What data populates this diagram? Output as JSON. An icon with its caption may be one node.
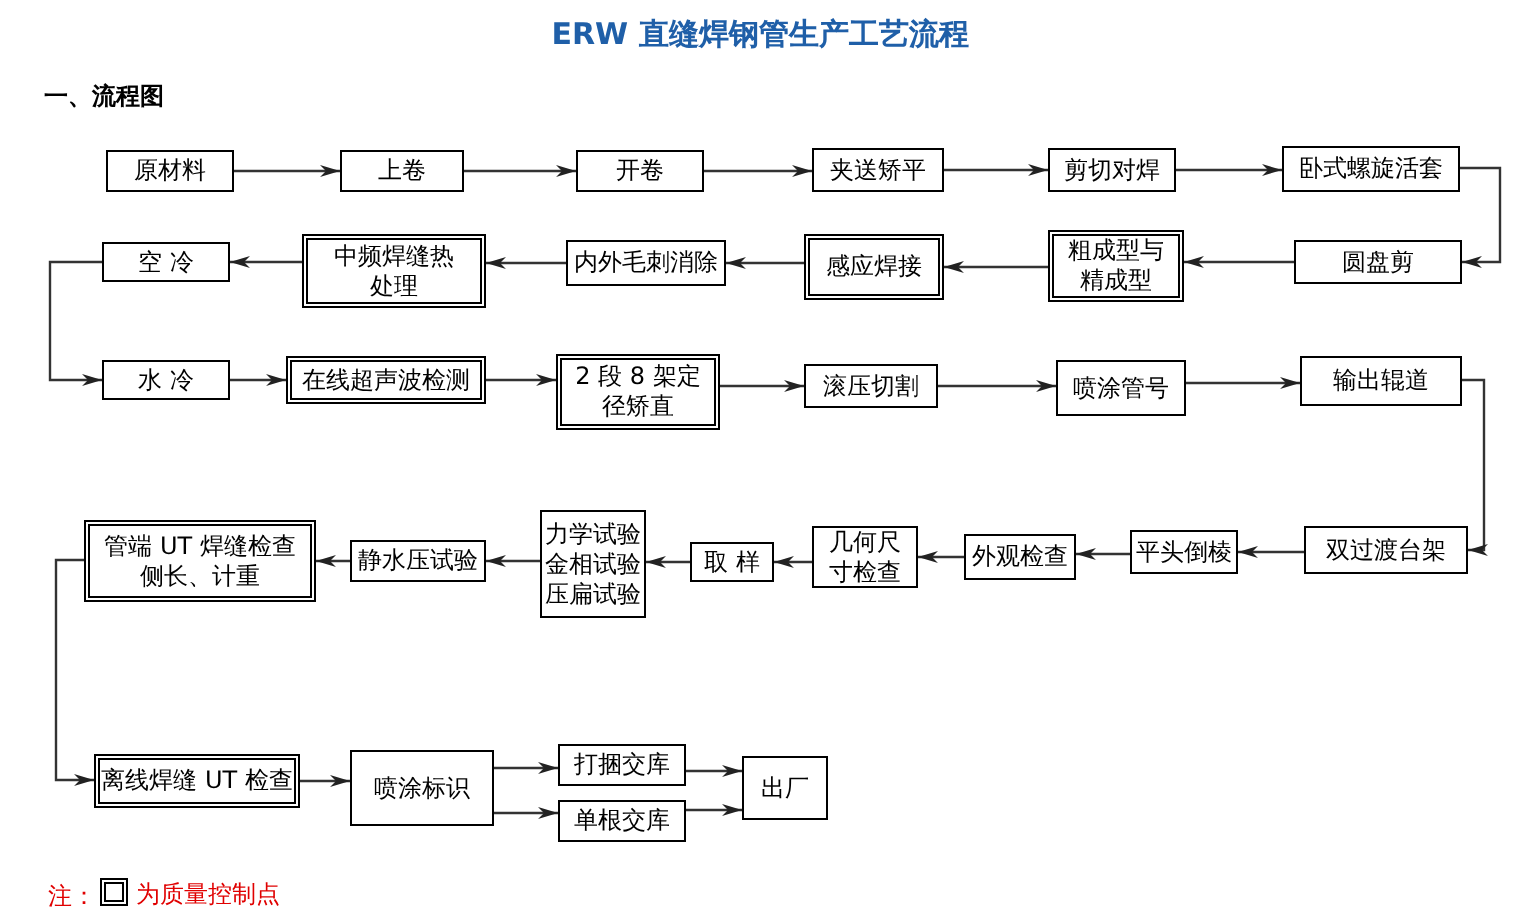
{
  "diagram": {
    "title": "ERW 直缝焊钢管生产工艺流程",
    "nodes": [
      {
        "text": [
          "原材料"
        ]
      },
      {
        "text": [
          "上卷"
        ]
      },
      {
        "text": [
          "开卷"
        ]
      },
      {
        "text": [
          "夹送矫平"
        ]
      },
      {
        "text": [
          "剪切对焊"
        ]
      },
      {
        "text": [
          "卧式螺旋活套"
        ]
      },
      {
        "text": [
          "圆盘剪"
        ]
      },
      {
        "text": [
          "粗成型与精成型"
        ]
      },
      {
        "text": [
          "感应焊接"
        ]
      },
      {
        "text": [
          "内外毛刺消除"
        ]
      },
      {
        "text": [
          "中频焊缝热处理"
        ]
      },
      {
        "text": [
          "空 冷"
        ]
      },
      {
        "text": [
          "水 冷"
        ]
      },
      {
        "text": [
          "在线超声波检测"
        ]
      },
      {
        "text": [
          "2 段 8 架定径矫直"
        ]
      },
      {
        "text": [
          "滚压切割"
        ]
      },
      {
        "text": [
          "喷涂管号"
        ]
      },
      {
        "text": [
          "输出辊道"
        ]
      },
      {
        "text": [
          "双过渡台架"
        ]
      },
      {
        "text": [
          "平头倒棱"
        ]
      },
      {
        "text": [
          "外观检查"
        ]
      },
      {
        "text": [
          "几何尺寸检查"
        ]
      },
      {
        "text": [
          "取 样"
        ]
      },
      {
        "text": [
          "力学试验",
          "金相试验",
          "压扁试验"
        ]
      },
      {
        "text": [
          "静水压试验"
        ]
      },
      {
        "text": [
          "管端 UT 焊缝检查侧长、计重"
        ]
      },
      {
        "text": [
          "离线焊缝 UT 检查"
        ]
      },
      {
        "text": [
          "喷涂标识"
        ]
      },
      {
        "text": [
          "打捆交库"
        ]
      },
      {
        "text": [
          "单根交库"
        ]
      },
      {
        "text": [
          "出厂"
        ]
      }
    ],
    "edges": [
      {
        "from": 0,
        "to": 1,
        "arrow": "to"
      },
      {
        "from": 1,
        "to": 2,
        "arrow": "to"
      },
      {
        "from": 2,
        "to": 3,
        "arrow": "to"
      },
      {
        "from": 3,
        "to": 4,
        "arrow": "to"
      },
      {
        "from": 4,
        "to": 5,
        "arrow": "to"
      },
      {
        "from": 5,
        "to": 6,
        "arrow": "to"
      },
      {
        "from": 6,
        "to": 7,
        "arrow": "to"
      },
      {
        "from": 7,
        "to": 8,
        "arrow": "to"
      },
      {
        "from": 8,
        "to": 9,
        "arrow": "to"
      },
      {
        "from": 9,
        "to": 10,
        "arrow": "to"
      },
      {
        "from": 10,
        "to": 11,
        "arrow": "to"
      },
      {
        "from": 11,
        "to": 12,
        "arrow": "to"
      },
      {
        "from": 12,
        "to": 13,
        "arrow": "to"
      },
      {
        "from": 13,
        "to": 14,
        "arrow": "to"
      },
      {
        "from": 14,
        "to": 15,
        "arrow": "to"
      },
      {
        "from": 15,
        "to": 16,
        "arrow": "to"
      },
      {
        "from": 16,
        "to": 17,
        "arrow": "to"
      },
      {
        "from": 17,
        "to": 18,
        "arrow": "to"
      },
      {
        "from": 18,
        "to": 19,
        "arrow": "to"
      },
      {
        "from": 19,
        "to": 20,
        "arrow": "to"
      },
      {
        "from": 20,
        "to": 21,
        "arrow": "to"
      },
      {
        "from": 21,
        "to": 22,
        "arrow": "to"
      },
      {
        "from": 22,
        "to": 23,
        "arrow": "to"
      },
      {
        "from": 23,
        "to": 24,
        "arrow": "to"
      },
      {
        "from": 24,
        "to": 25,
        "arrow": "to"
      },
      {
        "from": 25,
        "to": 26,
        "arrow": "to"
      },
      {
        "from": 26,
        "to": 27,
        "arrow": "to"
      },
      {
        "from": 27,
        "to": 28,
        "arrow": "to"
      },
      {
        "from": 27,
        "to": 29,
        "arrow": "to"
      },
      {
        "from": 28,
        "to": 30,
        "arrow": "to"
      },
      {
        "from": 29,
        "to": 30,
        "arrow": "to"
      }
    ],
    "labels": [
      "一、流程图",
      "注："
    ],
    "legend": [
      {
        "text": "为质量控制点"
      }
    ]
  }
}
